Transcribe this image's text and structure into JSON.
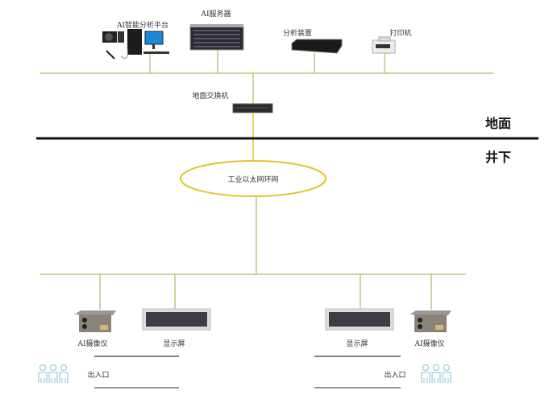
{
  "ground_devices": [
    {
      "label": "AI智能分析平台",
      "icon": "workstation-icon"
    },
    {
      "label": "AI服务器",
      "icon": "server-icon"
    },
    {
      "label": "分析装置",
      "icon": "analyzer-icon"
    },
    {
      "label": "打印机",
      "icon": "printer-icon"
    }
  ],
  "switch": {
    "label": "地面交换机",
    "icon": "network-switch-icon"
  },
  "zones": {
    "above": "地面",
    "below": "井下"
  },
  "ring_network": {
    "label": "工业以太网环网"
  },
  "underground_devices": [
    {
      "label": "AI摄像仪",
      "icon": "camera-icon"
    },
    {
      "label": "显示屏",
      "icon": "display-icon"
    },
    {
      "label": "显示屏",
      "icon": "display-icon"
    },
    {
      "label": "AI摄像仪",
      "icon": "camera-icon"
    }
  ],
  "entrances": [
    {
      "label": "出入口",
      "icon": "people-icon"
    },
    {
      "label": "出入口",
      "icon": "people-icon"
    }
  ],
  "colors": {
    "bus": "#b8c97c",
    "ring": "#e6c22e",
    "divider": "#111111",
    "people": "#7fc3cf"
  }
}
